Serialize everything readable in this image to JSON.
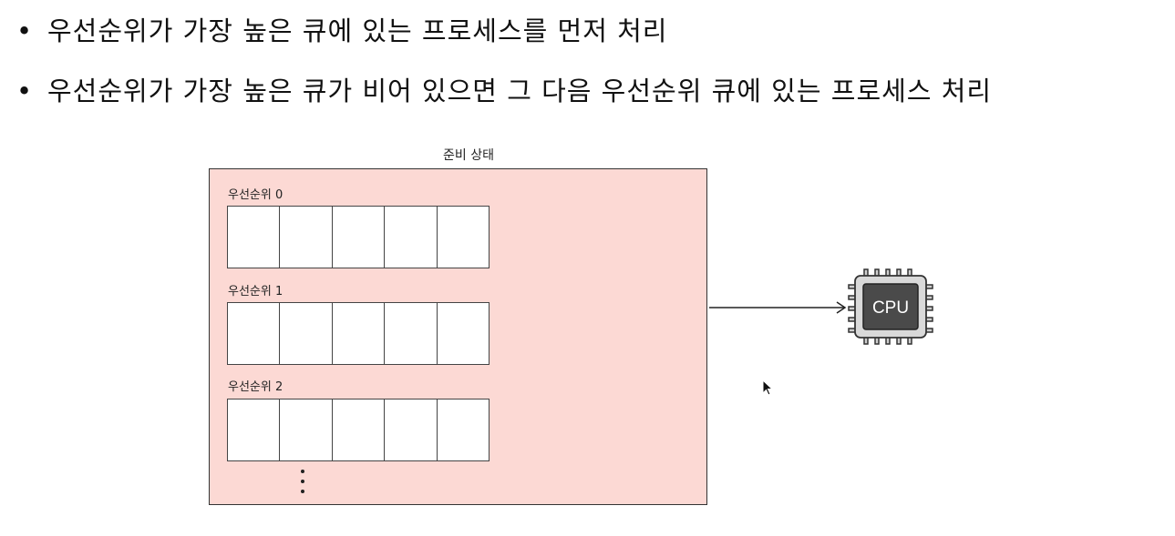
{
  "bullets": [
    {
      "marker": "•",
      "text": "우선순위가 가장 높은 큐에 있는 프로세스를 먼저 처리"
    },
    {
      "marker": "•",
      "text": "우선순위가 가장 높은 큐가 비어 있으면 그 다음 우선순위 큐에 있는 프로세스 처리"
    }
  ],
  "diagram": {
    "ready_state_label": "준비 상태",
    "queues": [
      {
        "label": "우선순위 0",
        "slots": 5
      },
      {
        "label": "우선순위 1",
        "slots": 5
      },
      {
        "label": "우선순위 2",
        "slots": 5
      }
    ],
    "cpu_label": "CPU",
    "colors": {
      "ready_fill": "#fcd9d4",
      "cpu_body": "#d9d9d9",
      "cpu_core": "#4a4a4a"
    }
  }
}
